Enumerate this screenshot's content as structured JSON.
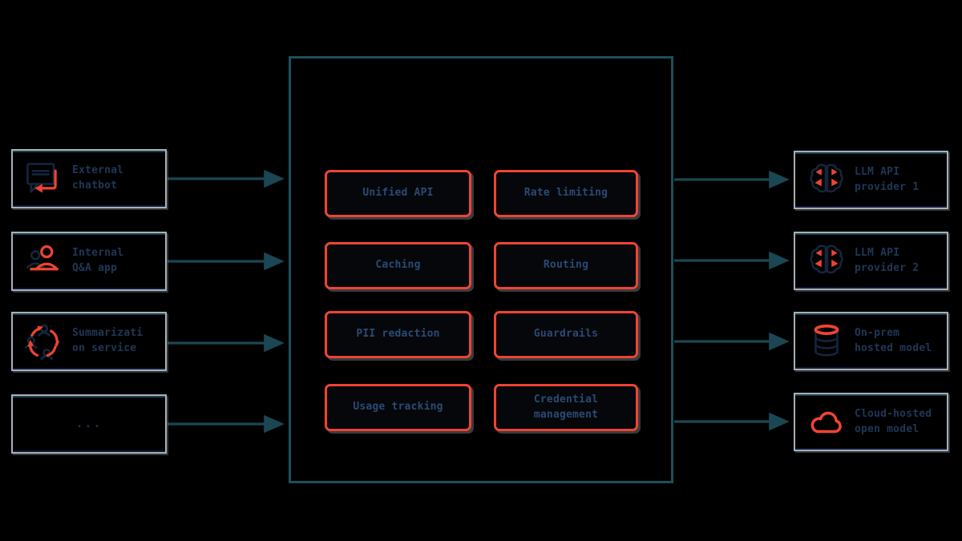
{
  "colors": {
    "background": "#000000",
    "accent_red": "#ef4433",
    "gateway_border_teal": "#1d4f5b",
    "node_border_gray": "#a9b0b7",
    "connector_teal": "#1b4754",
    "side_label_navy": "#1f3756",
    "feature_label_navy": "#2b4a73"
  },
  "left_nodes": [
    {
      "id": "external-chatbot",
      "label": "External chatbot",
      "icon": "chat-bubble-icon"
    },
    {
      "id": "internal-qa-app",
      "label": "Internal Q&A app",
      "icon": "users-icon"
    },
    {
      "id": "summarization-service",
      "label": "Summarization service",
      "icon": "people-cycle-icon"
    },
    {
      "id": "more-apps",
      "label": "...",
      "icon": ""
    }
  ],
  "gateway": {
    "features": [
      "Unified API",
      "Rate limiting",
      "Caching",
      "Routing",
      "PII redaction",
      "Guardrails",
      "Usage tracking",
      "Credential management"
    ]
  },
  "right_nodes": [
    {
      "id": "llm-api-provider-1",
      "label": "LLM API provider 1",
      "icon": "brain-icon"
    },
    {
      "id": "llm-api-provider-2",
      "label": "LLM API provider 2",
      "icon": "brain-icon"
    },
    {
      "id": "on-prem-hosted-model",
      "label": "On-prem hosted model",
      "icon": "database-icon"
    },
    {
      "id": "cloud-hosted-open-model",
      "label": "Cloud-hosted open model",
      "icon": "cloud-icon"
    }
  ]
}
